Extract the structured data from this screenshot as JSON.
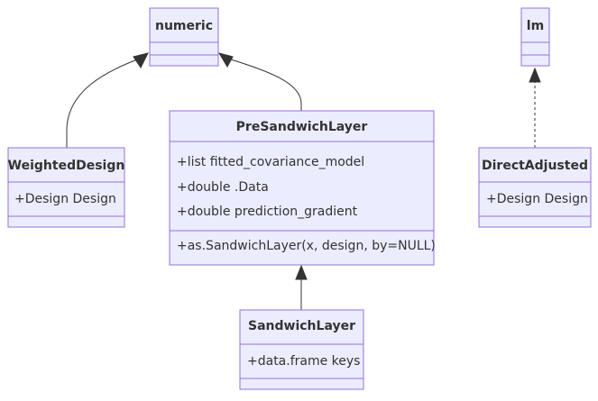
{
  "diagram": {
    "classes": {
      "numeric": {
        "name": "numeric",
        "attributes": [],
        "methods": []
      },
      "lm": {
        "name": "lm",
        "attributes": [],
        "methods": []
      },
      "weighted_design": {
        "name": "WeightedDesign",
        "attributes": [
          "+Design Design"
        ],
        "methods": []
      },
      "pre_sandwich_layer": {
        "name": "PreSandwichLayer",
        "attributes": [
          "+list fitted_covariance_model",
          "+double .Data",
          "+double prediction_gradient"
        ],
        "methods": [
          "+as.SandwichLayer(x, design, by=NULL)"
        ]
      },
      "direct_adjusted": {
        "name": "DirectAdjusted",
        "attributes": [
          "+Design Design"
        ],
        "methods": []
      },
      "sandwich_layer": {
        "name": "SandwichLayer",
        "attributes": [
          "+data.frame keys"
        ],
        "methods": []
      }
    },
    "relations": [
      {
        "from": "WeightedDesign",
        "to": "numeric",
        "type": "inheritance"
      },
      {
        "from": "PreSandwichLayer",
        "to": "numeric",
        "type": "inheritance"
      },
      {
        "from": "DirectAdjusted",
        "to": "lm",
        "type": "realization"
      },
      {
        "from": "SandwichLayer",
        "to": "PreSandwichLayer",
        "type": "inheritance"
      }
    ]
  }
}
